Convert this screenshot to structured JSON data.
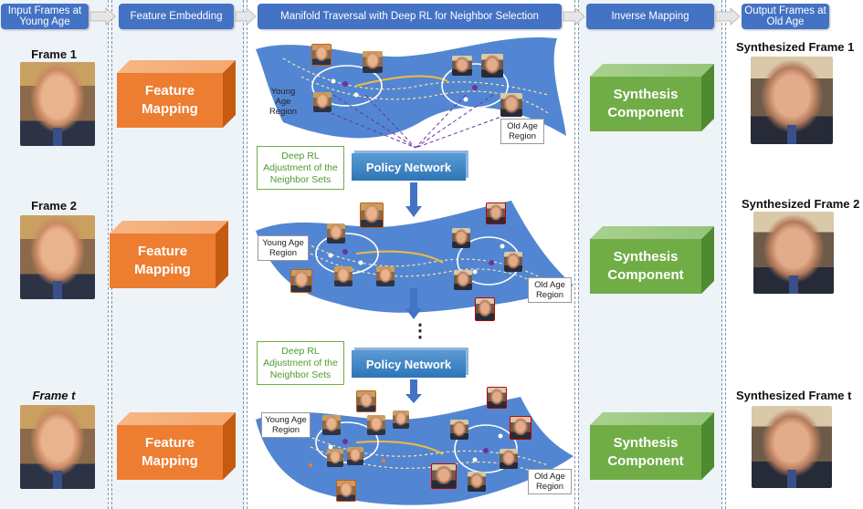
{
  "headers": [
    "Input Frames at Young Age",
    "Feature Embedding",
    "Manifold Traversal with Deep RL for Neighbor Selection",
    "Inverse Mapping",
    "Output Frames at Old Age"
  ],
  "input_frames": [
    "Frame 1",
    "Frame 2",
    "Frame t"
  ],
  "output_frames": [
    "Synthesized Frame 1",
    "Synthesized Frame 2",
    "Synthesized Frame t"
  ],
  "feature_mapping_label": "Feature Mapping",
  "synthesis_label": "Synthesis Component",
  "policy_network_label": "Policy Network",
  "rl_adjust_label": "Deep RL Adjustment of the Neighbor Sets",
  "young_region_label": "Young Age Region",
  "old_region_label": "Old Age Region",
  "ellipsis": "⋮",
  "colors": {
    "header_blue": "#4472c4",
    "feature_orange": "#ed7d31",
    "synthesis_green": "#70ad47",
    "manifold_blue": "#4a7fd0",
    "rl_green": "#4e9a2e"
  },
  "icons": [
    "arrow-right-icon",
    "arrow-down-icon",
    "face-thumbnail-icon"
  ]
}
